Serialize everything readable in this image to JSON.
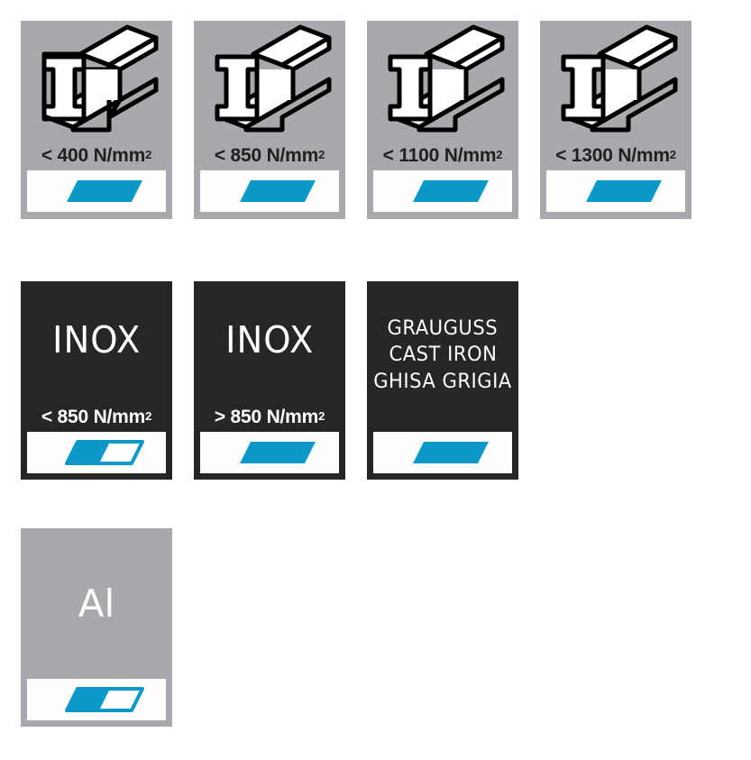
{
  "palette": {
    "background": "#ffffff",
    "card_gray": "#a7a9ac",
    "card_dark": "#262626",
    "accent_blue": "#0d98ca",
    "swatch_panel": "#fdfdfb",
    "text_dark": "#231f20",
    "text_light": "#ffffff"
  },
  "legend": {
    "rows": [
      {
        "row_name": "steel-row",
        "cards": [
          {
            "id": "steel-400",
            "style": "gray",
            "icon": "i-beam-icon",
            "caption": "< 400 N/mm",
            "caption_sup": "2",
            "swatch": "full"
          },
          {
            "id": "steel-850",
            "style": "gray",
            "icon": "i-beam-icon",
            "caption": "< 850 N/mm",
            "caption_sup": "2",
            "swatch": "full"
          },
          {
            "id": "steel-1100",
            "style": "gray",
            "icon": "i-beam-icon",
            "caption": "< 1100 N/mm",
            "caption_sup": "2",
            "swatch": "full"
          },
          {
            "id": "steel-1300",
            "style": "gray",
            "icon": "i-beam-icon",
            "caption": "< 1300 N/mm",
            "caption_sup": "2",
            "swatch": "full"
          }
        ]
      },
      {
        "row_name": "stainless-castiron-row",
        "cards": [
          {
            "id": "inox-below-850",
            "style": "dark",
            "word": "INOX",
            "caption": "< 850 N/mm",
            "caption_sup": "2",
            "swatch": "half"
          },
          {
            "id": "inox-above-850",
            "style": "dark",
            "word": "INOX",
            "caption": "> 850 N/mm",
            "caption_sup": "2",
            "swatch": "full"
          },
          {
            "id": "cast-iron",
            "style": "dark",
            "word_lines": [
              "GRAUGUSS",
              "CAST IRON",
              "GHISA GRIGIA"
            ],
            "swatch": "full"
          }
        ]
      },
      {
        "row_name": "aluminium-row",
        "cards": [
          {
            "id": "aluminium",
            "style": "gray",
            "word": "Al",
            "swatch": "half"
          }
        ]
      }
    ]
  }
}
